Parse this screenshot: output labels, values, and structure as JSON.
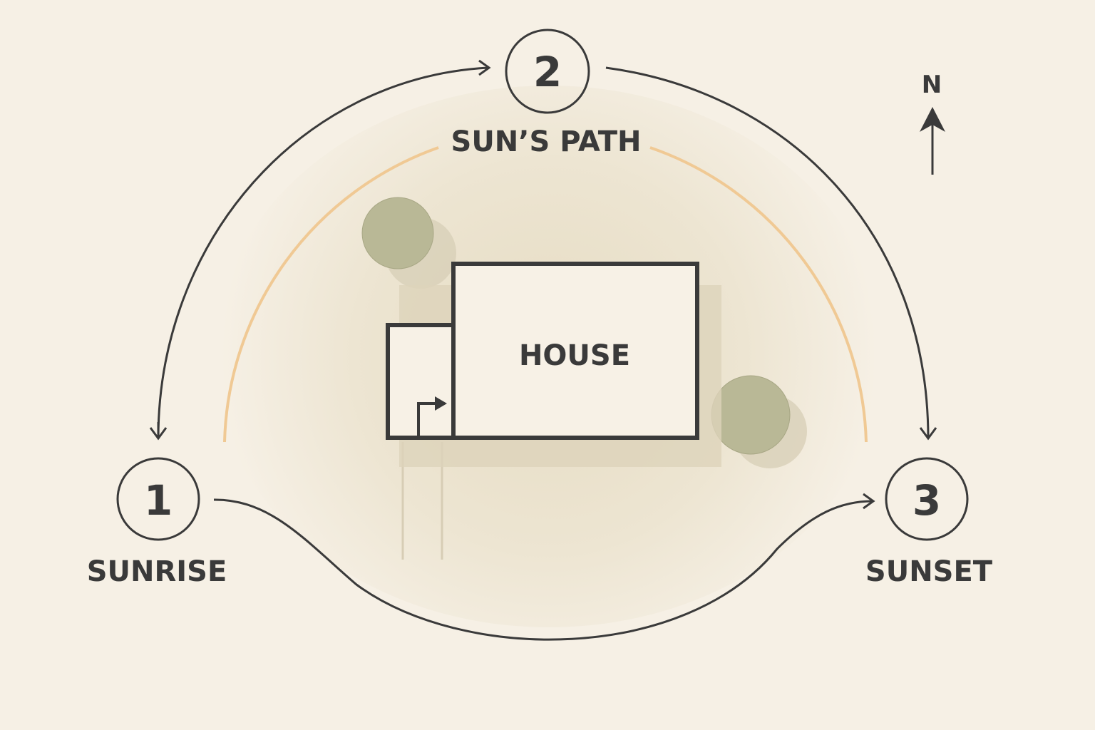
{
  "title": "SUN’S PATH",
  "house_label": "HOUSE",
  "compass": {
    "label": "N",
    "icon": "north-arrow-icon"
  },
  "stages": [
    {
      "number": "1",
      "label": "SUNRISE"
    },
    {
      "number": "2",
      "label": ""
    },
    {
      "number": "3",
      "label": "SUNSET"
    }
  ],
  "colors": {
    "background": "#f6f0e5",
    "line": "#3a3a3a",
    "sun_arc": "#f0c994",
    "tree": "#b9b896",
    "house_fill": "#f7f1e6"
  }
}
